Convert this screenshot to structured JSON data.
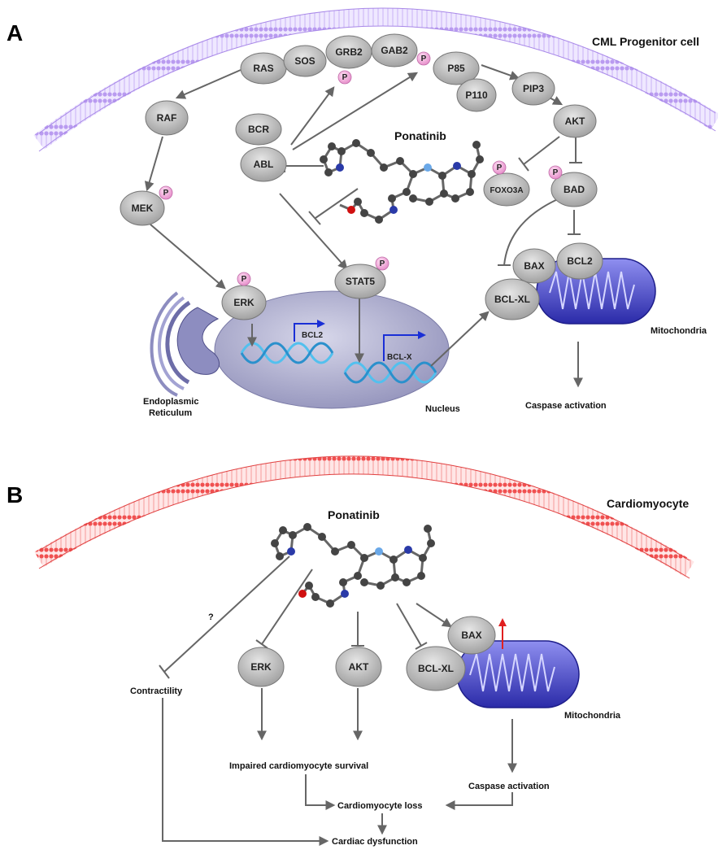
{
  "panel_a": {
    "letter": "A",
    "cell_label": "CML Progenitor cell",
    "drug": "Ponatinib",
    "nodes": {
      "ras": "RAS",
      "sos": "SOS",
      "grb2": "GRB2",
      "gab2": "GAB2",
      "p85": "P85",
      "p110": "P110",
      "pip3": "PIP3",
      "akt": "AKT",
      "raf": "RAF",
      "bcr": "BCR",
      "abl": "ABL",
      "mek": "MEK",
      "foxo3a": "FOXO3A",
      "bad": "BAD",
      "bax": "BAX",
      "bcl2": "BCL2",
      "bclxl": "BCL-XL",
      "erk": "ERK",
      "stat5": "STAT5"
    },
    "phospho": "P",
    "gene_bcl2": "BCL2",
    "gene_bclx": "BCL-X",
    "organelles": {
      "er_line1": "Endoplasmic",
      "er_line2": "Reticulum",
      "nucleus": "Nucleus",
      "mitochondria": "Mitochondria"
    },
    "caspase": "Caspase activation"
  },
  "panel_b": {
    "letter": "B",
    "cell_label": "Cardiomyocyte",
    "drug": "Ponatinib",
    "question": "?",
    "nodes": {
      "erk": "ERK",
      "akt": "AKT",
      "bclxl": "BCL-XL",
      "bax": "BAX"
    },
    "mitochondria": "Mitochondria",
    "contractility": "Contractility",
    "impaired": "Impaired cardiomyocyte survival",
    "caspase": "Caspase activation",
    "loss": "Cardiomyocyte loss",
    "dysfunction": "Cardiac dysfunction"
  },
  "colors": {
    "membrane_a": "#b99bf0",
    "membrane_b": "#f05050",
    "node_fill": "#bdbdbd",
    "phospho_fill": "#f6b3e0",
    "mito_fill": "#4040c8",
    "nucleus_fill": "#9a9ac0",
    "dna": "#52c0ee",
    "promoter_arrow": "#1a2fd6",
    "up_arrow": "#e02020"
  },
  "icons": [
    "ponatinib-molecule",
    "dna-helix",
    "endoplasmic-reticulum",
    "mitochondrion",
    "phosphate"
  ]
}
